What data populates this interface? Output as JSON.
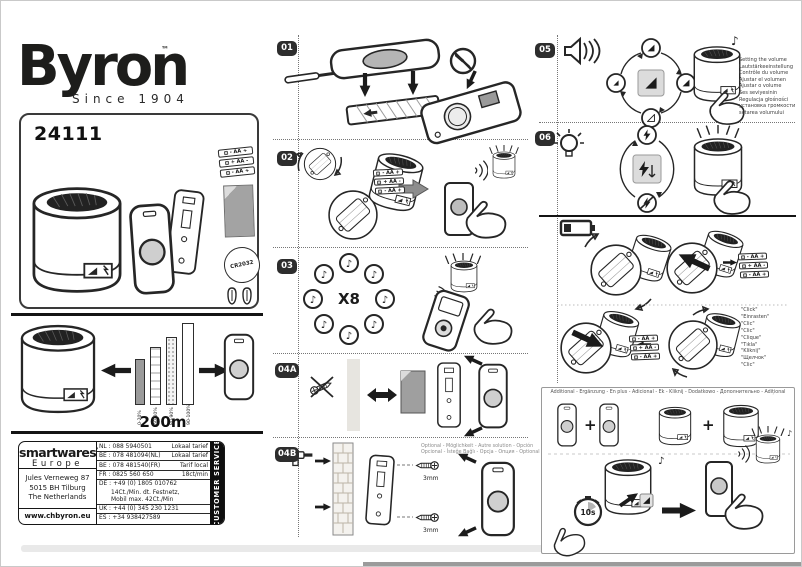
{
  "brand": {
    "logo": "Byron",
    "trademark": "™",
    "tagline": "Since 1904"
  },
  "product": {
    "model": "24111",
    "battery_labels": [
      "- AA +",
      "+ AA -",
      "- AA +"
    ],
    "coin_battery": "CR2032"
  },
  "range": {
    "distance": "200m",
    "bar_labels": [
      "0-20%",
      "60-80%",
      "80-90%",
      "90-100%"
    ]
  },
  "contact": {
    "company": "smartwares",
    "company_mark": "’",
    "region": "Europe",
    "address_lines": [
      "Jules Verneweg 87",
      "5015 BH Tilburg",
      "The Netherlands"
    ],
    "website": "www.chbyron.eu",
    "service_label": "CUSTOMER SERVICE",
    "phones": [
      {
        "code": "NL :",
        "number": "088 5940501",
        "tariff": "Lokaal tarief"
      },
      {
        "code": "BE :",
        "number": "078 481094(NL)",
        "tariff": "Lokaal tarief"
      },
      {
        "code": "BE :",
        "number": "078 481540(FR)",
        "tariff": "Tarif local"
      },
      {
        "code": "FR :",
        "number": "0825 560 650",
        "tariff": "18ct/min"
      },
      {
        "code": "DE :",
        "number": "+49 (0) 1805 010762",
        "tariff": ""
      },
      {
        "code": "",
        "number": "14Ct./Min. dt. Festnetz,",
        "tariff": ""
      },
      {
        "code": "",
        "number": "Mobil max. 42Ct./Min",
        "tariff": ""
      },
      {
        "code": "UK :",
        "number": "+44 (0) 345 230 1231",
        "tariff": ""
      },
      {
        "code": "ES :",
        "number": "+34 938427589",
        "tariff": ""
      }
    ]
  },
  "steps": {
    "s01": {
      "badge": "01"
    },
    "s02": {
      "badge": "02"
    },
    "s03": {
      "badge": "03",
      "melody_count": "X8"
    },
    "s04a": {
      "badge": "04A"
    },
    "s04b": {
      "badge": "04B",
      "screw_size_top": "3mm",
      "screw_size_bottom": "3mm",
      "optional_line1": "Optional - Möglichkeit - Autre solution - Opción",
      "optional_line2": "Opcional - İsteğe Bağlı - Opcja - Опция - Optional"
    },
    "s05": {
      "badge": "05",
      "captions": [
        "Setting the volume",
        "Lautstärkeeinstellung",
        "Contrôle du volume",
        "Ajustar el volumen",
        "Ajustar o volume",
        "Ses seviyesinin",
        "Regulacja głośności",
        "установка громкости",
        "setarea volumului"
      ]
    },
    "s06": {
      "badge": "06"
    }
  },
  "battery_replace": {
    "battery_labels": [
      "- AA +",
      "+ AA -",
      "- AA +"
    ],
    "click_labels": [
      "\"Click\"",
      "\"Einrasten\"",
      "\"Clic\"",
      "\"Clic\"",
      "\"Clique\"",
      "\"Tıkla\"",
      "\"Kliknij\"",
      "\"Щелчок\"",
      "\"Clic\""
    ]
  },
  "additional": {
    "header": "Additional - Ergänzung - En plus - Adicional - Ek - Kliknij - Dodatkowo - Дополнительно - Adițional",
    "plus": "+",
    "hold_time": "10s"
  },
  "icons": {
    "note": "♪"
  }
}
